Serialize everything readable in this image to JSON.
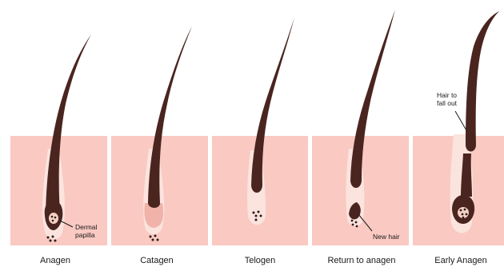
{
  "stages": [
    {
      "label": "Anagen"
    },
    {
      "label": "Catagen"
    },
    {
      "label": "Telogen"
    },
    {
      "label": "Return to anagen"
    },
    {
      "label": "Early Anagen"
    }
  ],
  "annotations": {
    "dermal_papilla_line1": "Dermal",
    "dermal_papilla_line2": "papilla",
    "new_hair": "New hair",
    "hair_to_fall_out_line1": "Hair to",
    "hair_to_fall_out_line2": "fall out"
  },
  "colors": {
    "skin": "#f9c9c2",
    "follicle_sheath": "#fbe3de",
    "hair": "#4a2520",
    "bulb_catagen": "#f1b2a9",
    "dots": "#2b1b18"
  }
}
